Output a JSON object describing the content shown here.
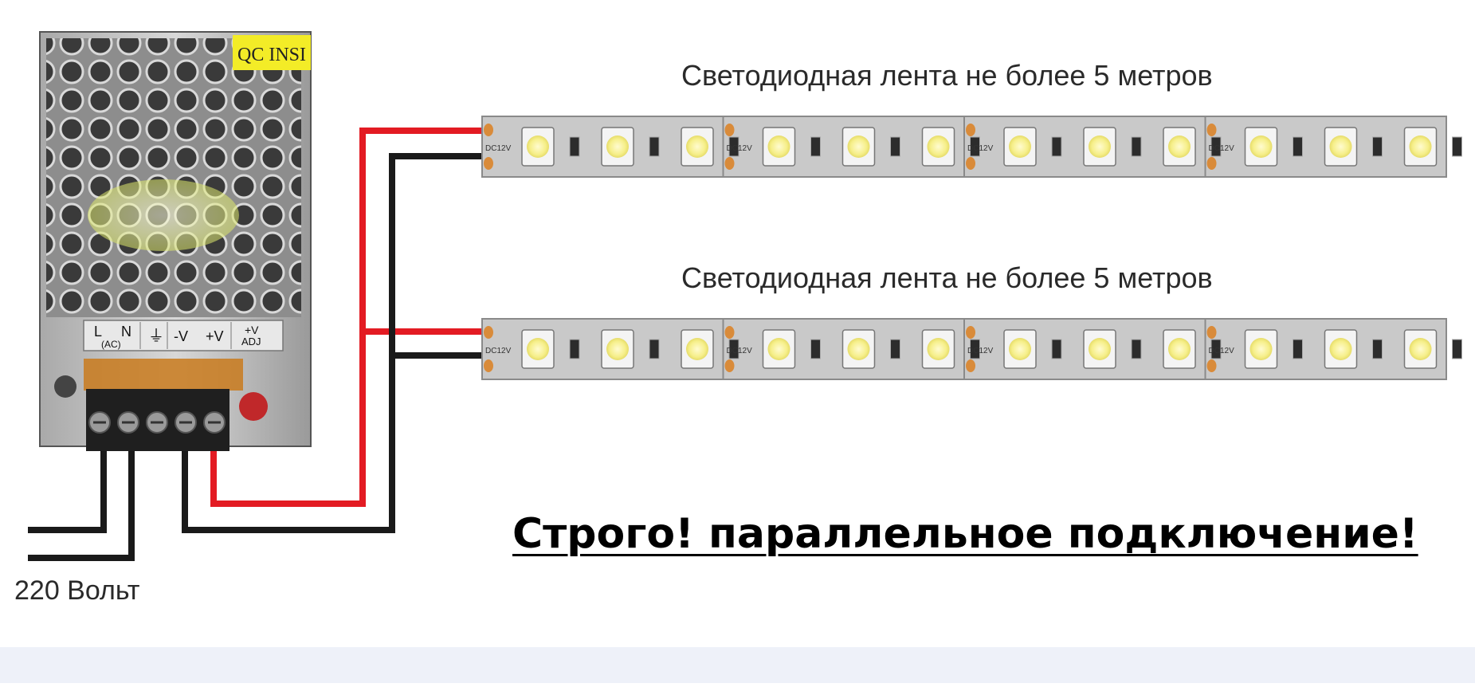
{
  "diagram": {
    "strip_labels": [
      "Светодиодная лента не более 5 метров",
      "Светодиодная лента не более 5 метров"
    ],
    "warning_text": "Строго! параллельное подключение!",
    "mains_label": "220 Вольт",
    "psu": {
      "sticker_text": "QC INSI",
      "terminal_labels": [
        "L",
        "N",
        "(AC)",
        "⏚",
        "-V",
        "+V",
        "+V",
        "ADJ"
      ]
    },
    "strip_marking": "DC12V",
    "colors": {
      "positive_wire": "#e31b23",
      "negative_wire": "#1a1a1a",
      "strip_body": "#c9c9c9",
      "led_glow": "#f6ef8a",
      "background_band": "#eef1f9"
    }
  }
}
